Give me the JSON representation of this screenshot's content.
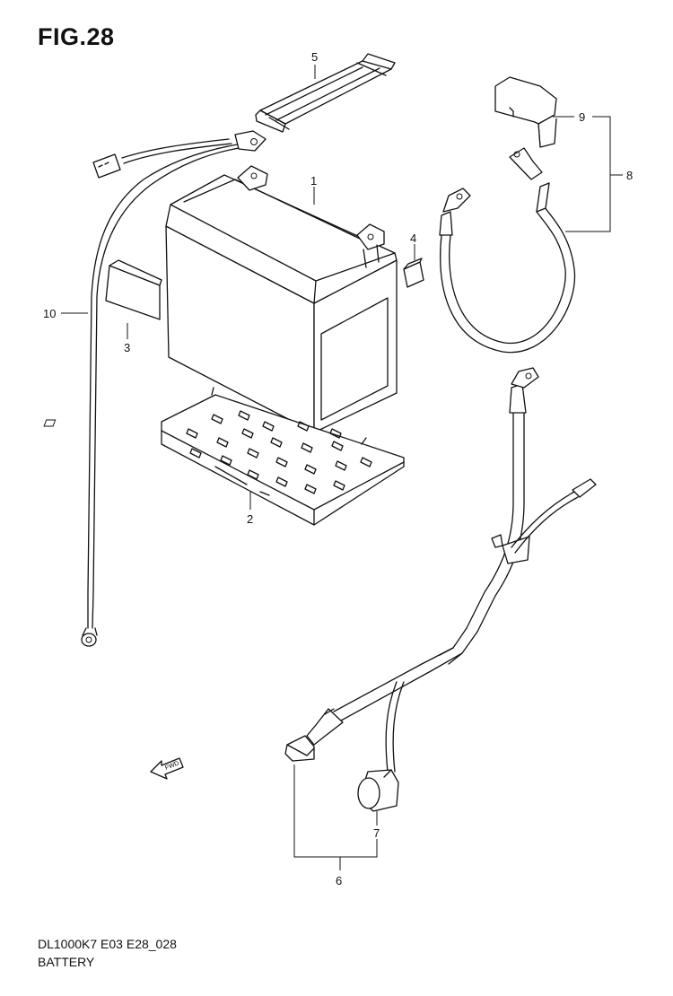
{
  "figure": {
    "title": "FIG.28",
    "footer_code": "DL1000K7 E03 E28_028",
    "footer_name": "BATTERY"
  },
  "direction_arrow": {
    "label": "FWD"
  },
  "callouts": [
    {
      "number": "1"
    },
    {
      "number": "2"
    },
    {
      "number": "3"
    },
    {
      "number": "4"
    },
    {
      "number": "5"
    },
    {
      "number": "6"
    },
    {
      "number": "7"
    },
    {
      "number": "8"
    },
    {
      "number": "9"
    },
    {
      "number": "10"
    }
  ]
}
